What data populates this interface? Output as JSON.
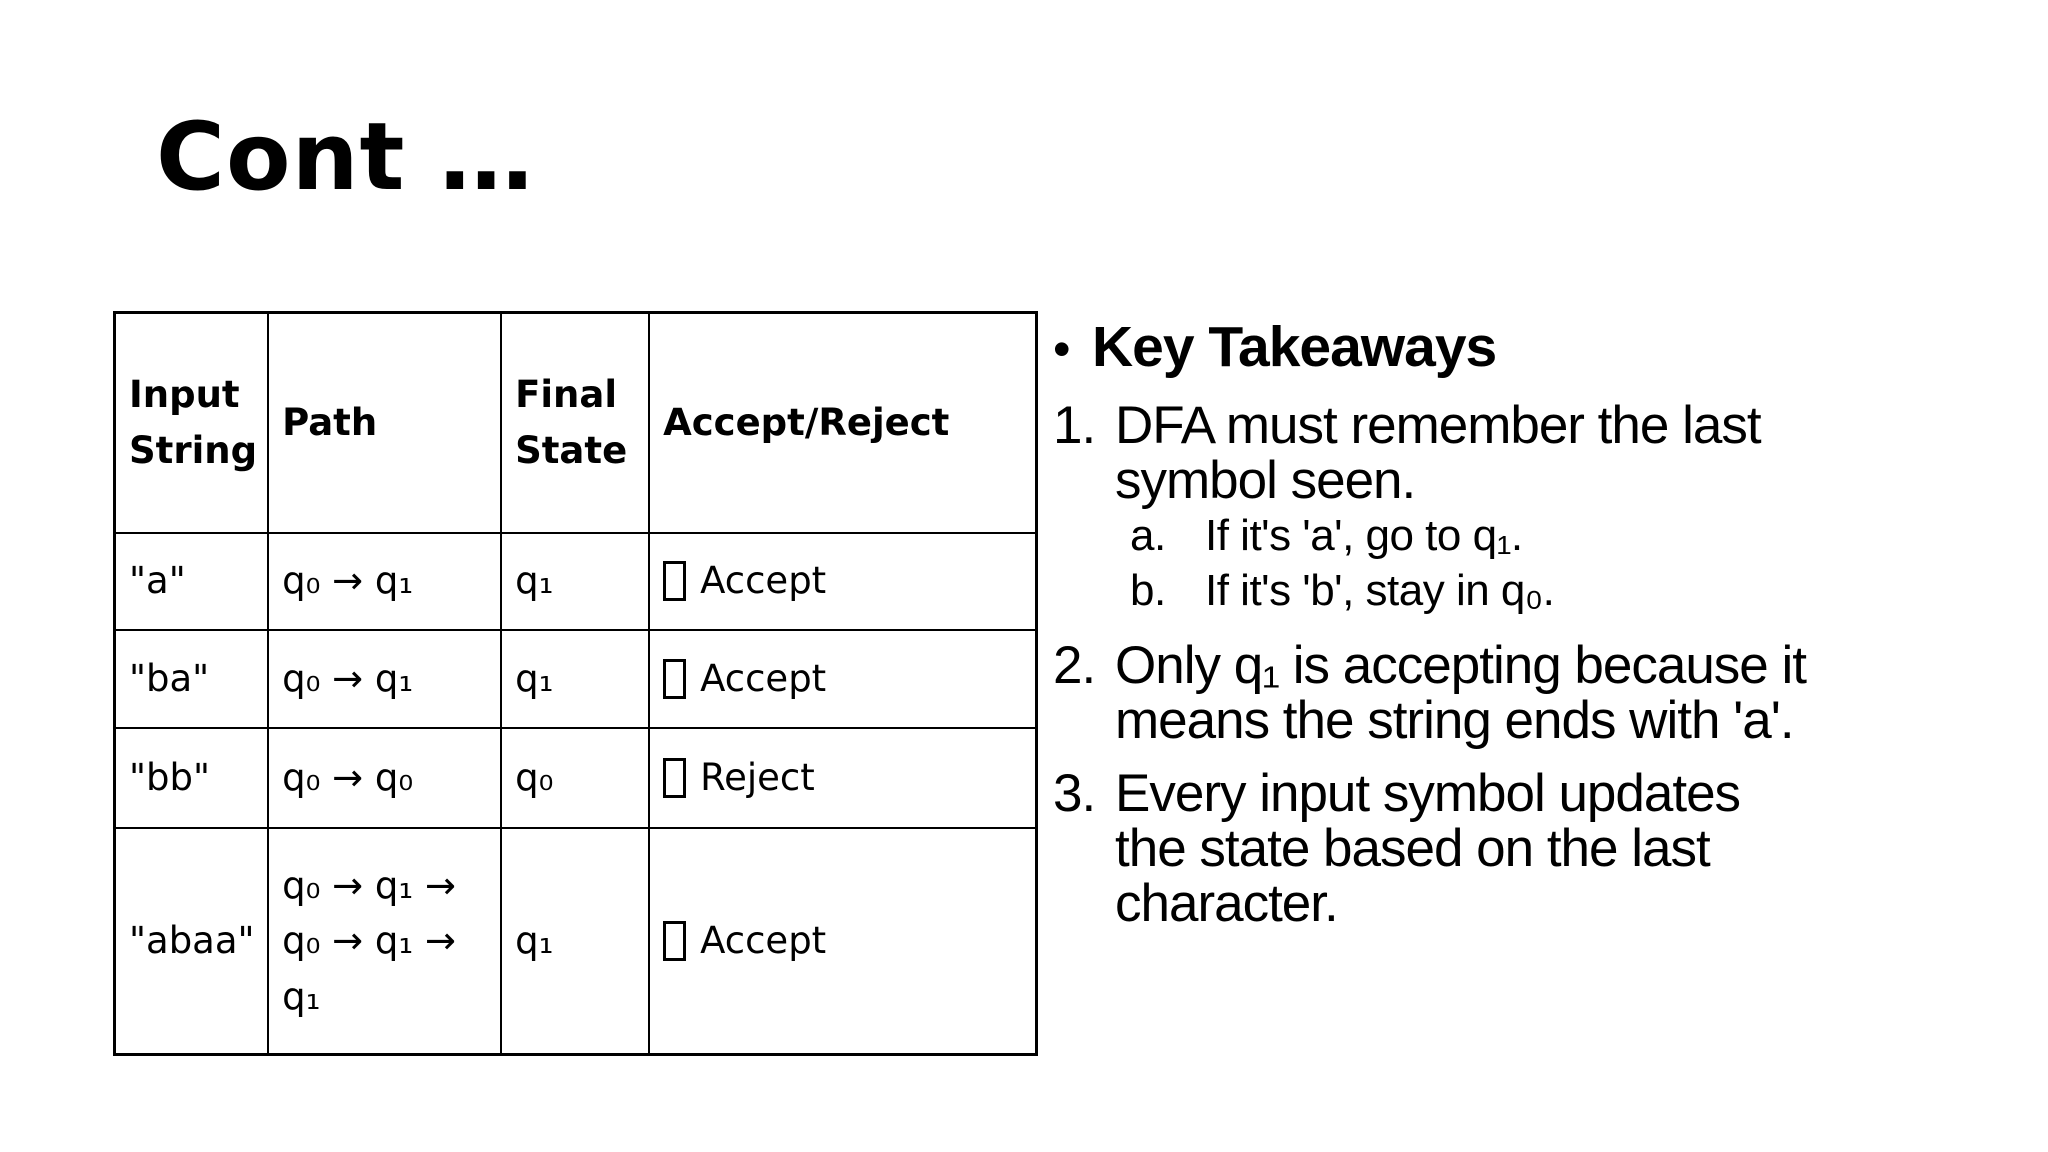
{
  "slide": {
    "title": "Cont …",
    "colors": {
      "background": "#ffffff",
      "text": "#000000",
      "table_border": "#000000"
    }
  },
  "table": {
    "headers": [
      "Input String",
      "Path",
      "Final State",
      "Accept/Reject"
    ],
    "rows": [
      {
        "input": "\"a\"",
        "path_lines": [
          "q₀ → q₁"
        ],
        "final_state": "q₁",
        "status_icon": "missing-glyph-box",
        "status": "Accept"
      },
      {
        "input": "\"ba\"",
        "path_lines": [
          "q₀ → q₁"
        ],
        "final_state": "q₁",
        "status_icon": "missing-glyph-box",
        "status": "Accept"
      },
      {
        "input": "\"bb\"",
        "path_lines": [
          "q₀ → q₀"
        ],
        "final_state": "q₀",
        "status_icon": "missing-glyph-box",
        "status": "Reject"
      },
      {
        "input": "\"abaa\"",
        "path_lines": [
          "q₀ → q₁ →",
          "q₀ → q₁ →",
          "q₁"
        ],
        "final_state": "q₁",
        "status_icon": "missing-glyph-box",
        "status": "Accept"
      }
    ]
  },
  "takeaways": {
    "bullet": "•",
    "heading": "Key Takeaways",
    "items": [
      {
        "number": "1.",
        "lines": [
          "DFA must remember the last",
          "symbol seen."
        ],
        "sub_items": [
          {
            "number": "a.",
            "lines": [
              "If it's 'a', go to q₁."
            ]
          },
          {
            "number": "b.",
            "lines": [
              "If it's 'b', stay in q₀."
            ]
          }
        ]
      },
      {
        "number": "2.",
        "lines": [
          "Only q₁ is accepting because it",
          "means the string ends with 'a'."
        ]
      },
      {
        "number": "3.",
        "lines": [
          "Every input symbol updates",
          "the state based on the last",
          "character."
        ]
      }
    ]
  }
}
